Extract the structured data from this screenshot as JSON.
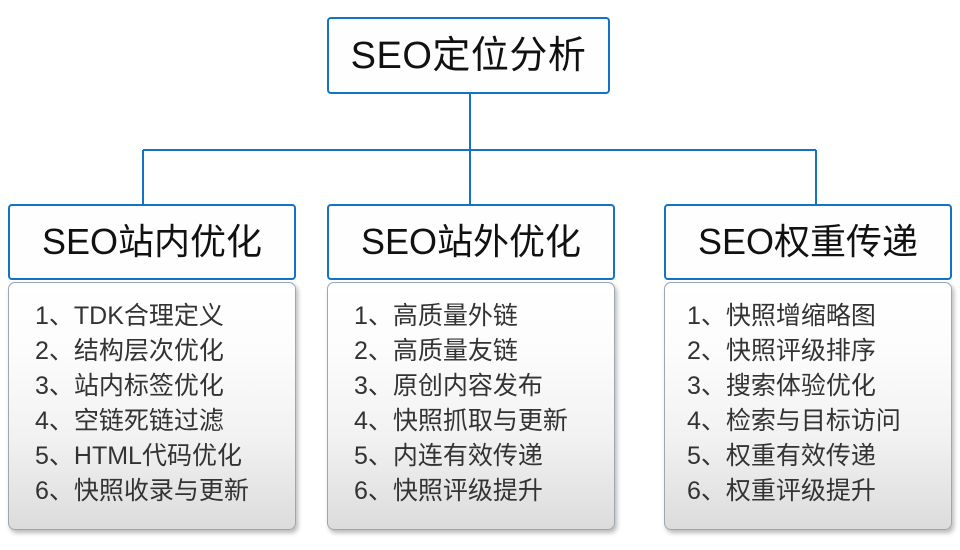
{
  "diagram": {
    "type": "org-chart",
    "root": {
      "label": "SEO定位分析"
    },
    "branches": [
      {
        "header": "SEO站内优化",
        "items": [
          "1、TDK合理定义",
          "2、结构层次优化",
          "3、站内标签优化",
          "4、空链死链过滤",
          "5、HTML代码优化",
          "6、快照收录与更新"
        ]
      },
      {
        "header": "SEO站外优化",
        "items": [
          "1、高质量外链",
          "2、高质量友链",
          "3、原创内容发布",
          "4、快照抓取与更新",
          "5、内连有效传递",
          "6、快照评级提升"
        ]
      },
      {
        "header": "SEO权重传递",
        "items": [
          "1、快照增缩略图",
          "2、快照评级排序",
          "3、搜索体验优化",
          "4、检索与目标访问",
          "5、权重有效传递",
          "6、权重评级提升"
        ]
      }
    ],
    "colors": {
      "connector": "#1473c6",
      "node_border": "#1473c6",
      "panel_border": "#9aa7b4",
      "node_fill": "#fefefe",
      "panel_fill_top": "#ffffff",
      "panel_fill_bottom": "#dcdcdc",
      "text": "#111111",
      "list_text": "#333333"
    }
  }
}
